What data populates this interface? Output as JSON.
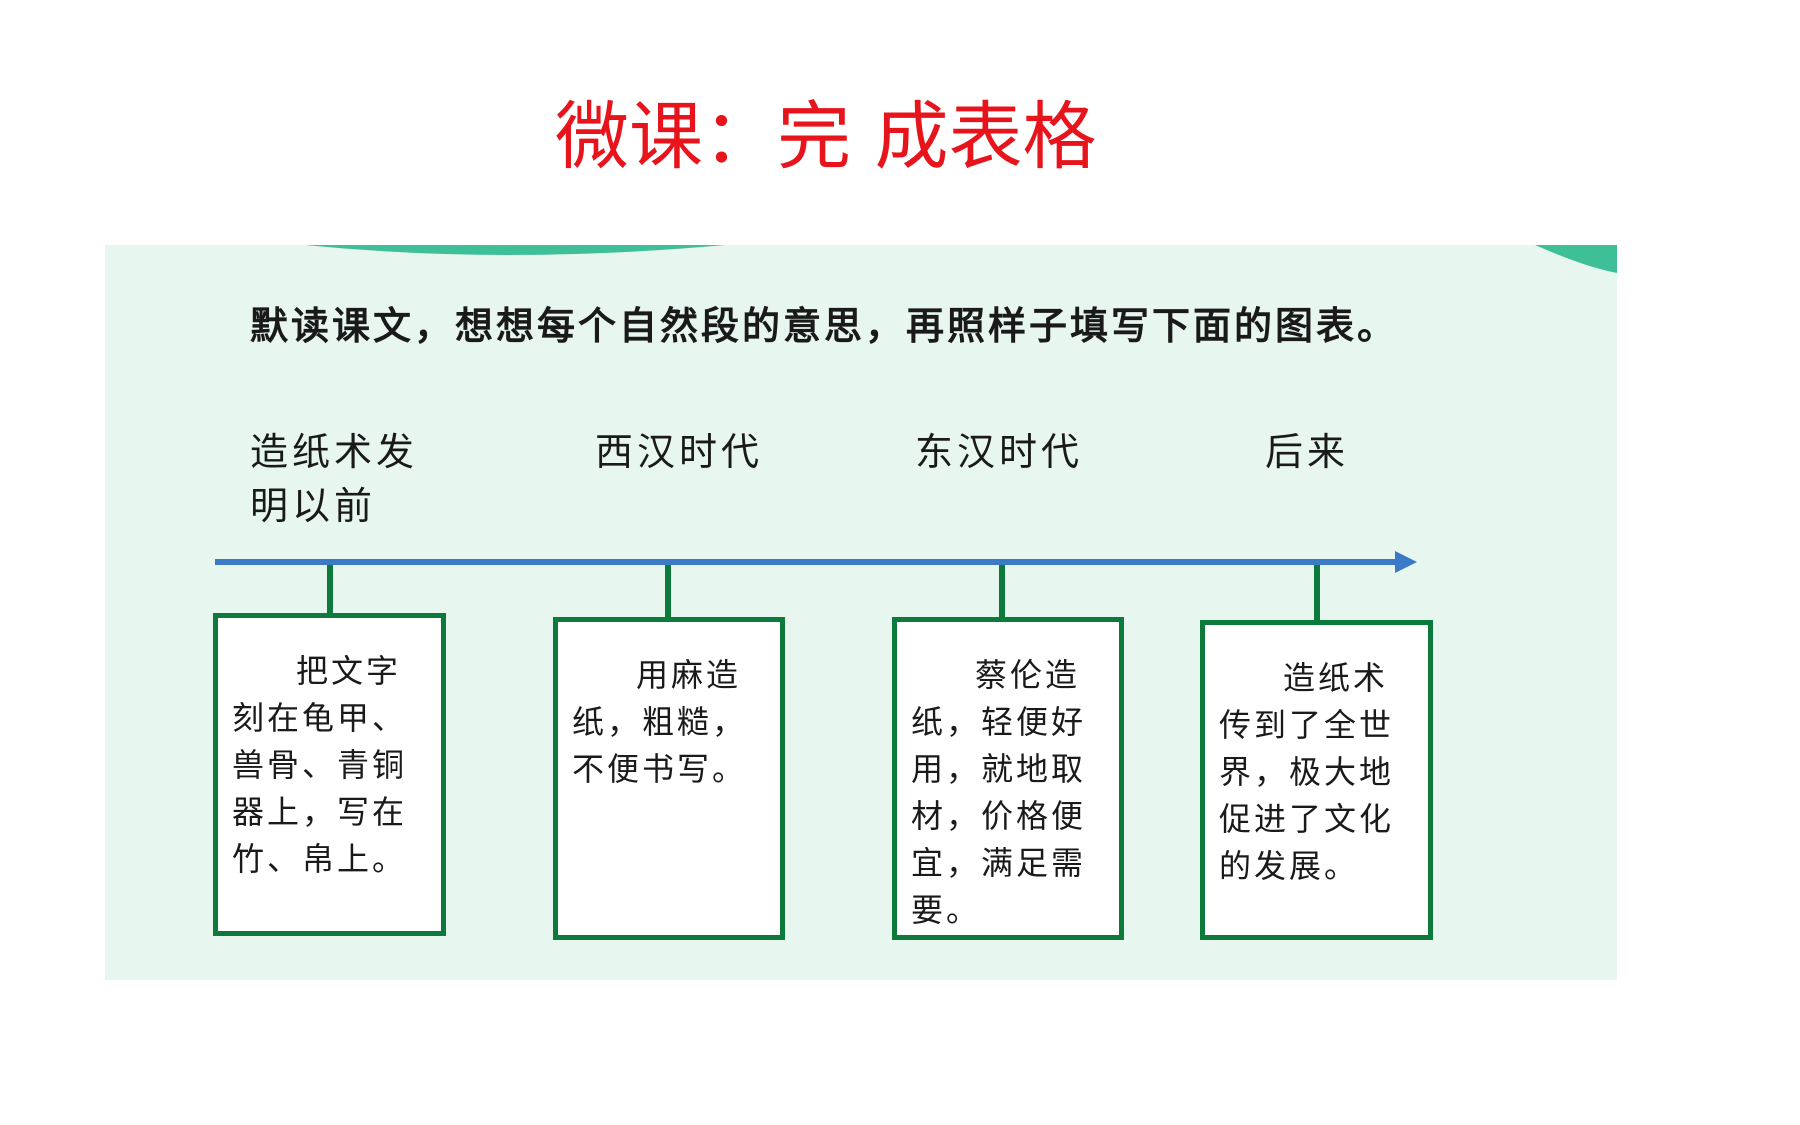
{
  "title": "微课：完 成表格",
  "instruction": "默读课文，想想每个自然段的意思，再照样子填写下面的图表。",
  "colors": {
    "title": "#e8141b",
    "panel_bg": "#e8f6f0",
    "wave": "#3fbf97",
    "arrow": "#3a7ac6",
    "box_border": "#0c7a3a"
  },
  "timeline": [
    {
      "period": "造纸术发明以前",
      "event": "把文字刻在龟甲、兽骨、青铜器上，写在竹、帛上。"
    },
    {
      "period": "西汉时代",
      "event": "用麻造纸，粗糙，不便书写。"
    },
    {
      "period": "东汉时代",
      "event": "蔡伦造纸，轻便好用，就地取材，价格便宜，满足需要。"
    },
    {
      "period": "后来",
      "event": "造纸术传到了全世界，极大地促进了文化的发展。"
    }
  ]
}
